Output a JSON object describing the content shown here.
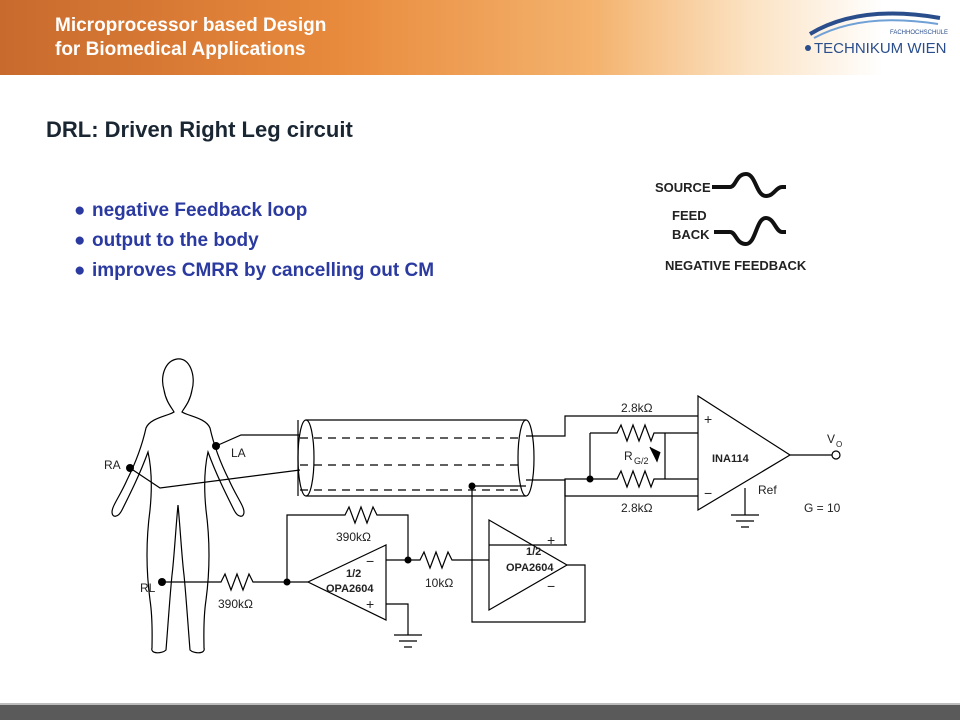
{
  "header": {
    "title_line1": "Microprocessor based Design",
    "title_line2": "for Biomedical Applications",
    "logo_small": "FACHHOCHSCHULE",
    "logo_main": "TECHNIKUM WIEN"
  },
  "slide": {
    "title": "DRL: Driven Right Leg circuit",
    "bullets": [
      "negative Feedback loop",
      "output to the body",
      "improves CMRR by cancelling out CM"
    ],
    "bullet_glyph": "●"
  },
  "feedback_graphic": {
    "source": "SOURCE",
    "feed": "FEED",
    "back": "BACK",
    "caption": "NEGATIVE FEEDBACK"
  },
  "circuit": {
    "electrodes": {
      "ra": "RA",
      "la": "LA",
      "rl": "RL"
    },
    "r_top": "2.8kΩ",
    "r_bottom": "2.8kΩ",
    "rg": "R",
    "rg_sub": "G/2",
    "ina": "INA114",
    "ref": "Ref",
    "vo": "V",
    "vo_sub": "O",
    "gain": "G = 10",
    "r_fb": "390kΩ",
    "r_in": "390kΩ",
    "r_mid": "10kΩ",
    "opamp_half": "1/2",
    "opamp_name": "OPA2604",
    "plus": "+",
    "minus": "−"
  }
}
